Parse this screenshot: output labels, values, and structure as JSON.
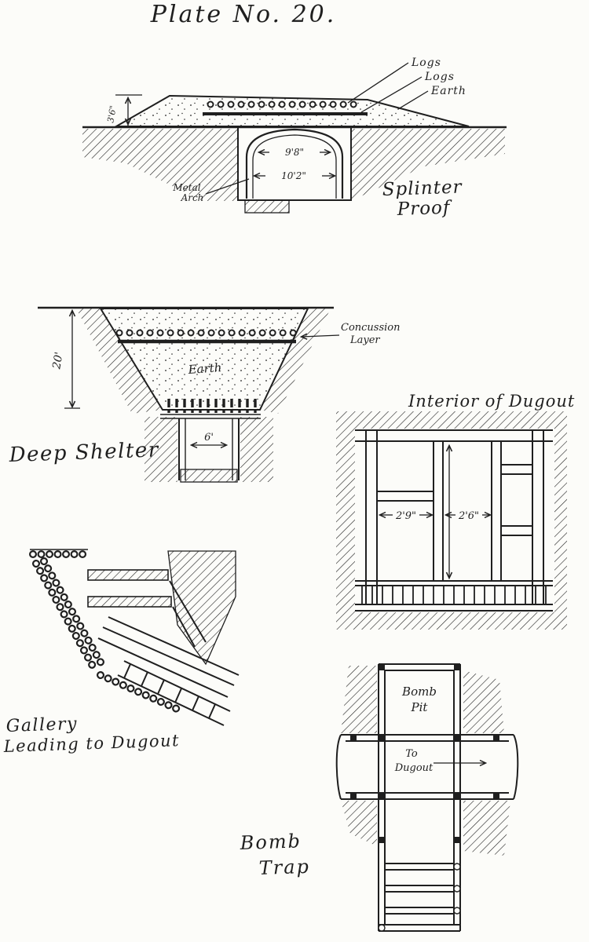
{
  "page": {
    "title": "Plate No. 20."
  },
  "colors": {
    "ink": "#1f1f1f",
    "paper": "#fcfcf9"
  },
  "splinter_proof": {
    "labels": {
      "logs1": "Logs",
      "logs2": "Logs",
      "earth": "Earth",
      "metal": "Metal",
      "arch": "Arch"
    },
    "dims": {
      "height": "3'6\"",
      "arch_width": "9'8\"",
      "floor_width": "10'2\""
    },
    "caption1": "Splinter",
    "caption2": "Proof"
  },
  "deep_shelter": {
    "labels": {
      "concussion1": "Concussion",
      "concussion2": "Layer",
      "earth": "Earth"
    },
    "dims": {
      "depth": "20'",
      "shaft_width": "6'"
    },
    "caption": "Deep Shelter"
  },
  "interior_dugout": {
    "title": "Interior of Dugout",
    "dims": {
      "bay_left": "2'9\"",
      "bay_center": "2'6\""
    }
  },
  "gallery": {
    "caption1": "Gallery",
    "caption2": "Leading to Dugout"
  },
  "bomb_trap": {
    "labels": {
      "pit1": "Bomb",
      "pit2": "Pit",
      "to1": "To",
      "to2": "Dugout"
    },
    "caption1": "Bomb",
    "caption2": "Trap"
  }
}
